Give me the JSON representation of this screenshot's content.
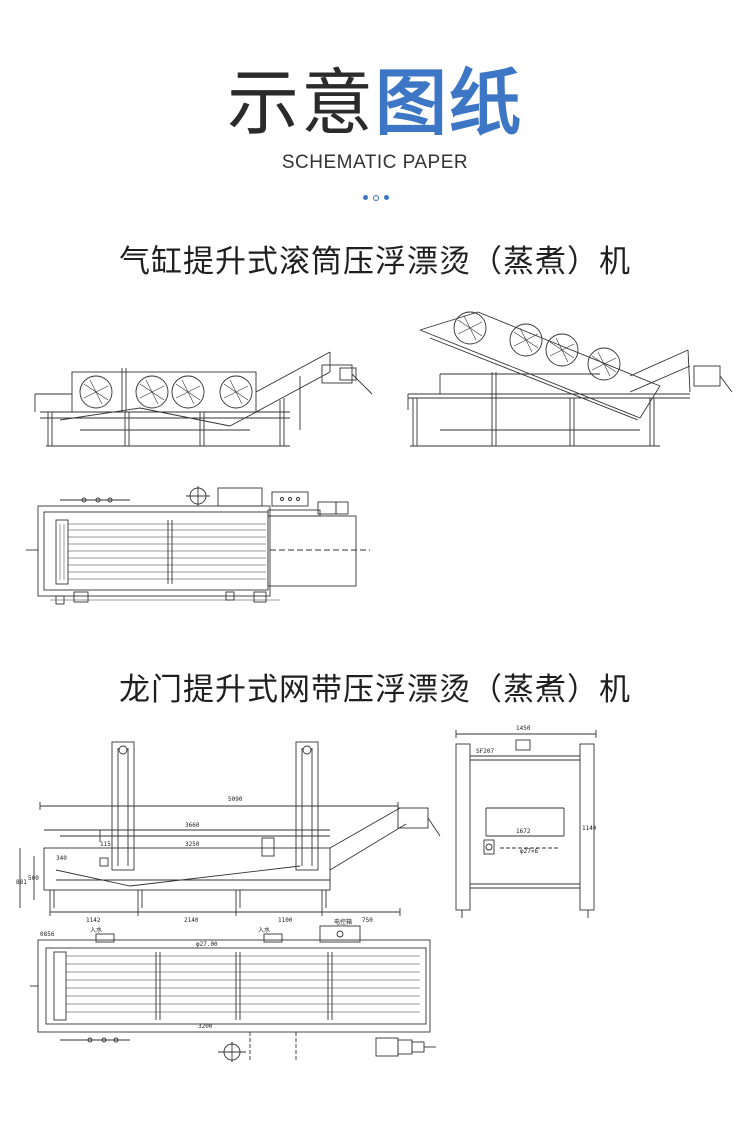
{
  "header": {
    "title_dark": "示意",
    "title_blue": "图纸",
    "subtitle": "SCHEMATIC PAPER",
    "accent_color": "#3c76c4"
  },
  "section1": {
    "heading": "气缸提升式滚筒压浮漂烫（蒸煮）机"
  },
  "section2": {
    "heading": "龙门提升式网带压浮漂烫（蒸煮）机",
    "dimensions": {
      "overall_length": "5090",
      "length_a": "3660",
      "length_b": "3250",
      "seg_1": "1142",
      "seg_2": "2140",
      "seg_3": "1100",
      "seg_4": "750",
      "height": "881",
      "h_inner": "500",
      "h_small": "340",
      "h_115": "115",
      "width_top": "1450",
      "side_label": "SF207",
      "width_inner": "1672",
      "width_pipe": "φ27×6",
      "side_height": "1140",
      "plan_length": "3200",
      "plan_tag": "φ27.00",
      "plan_w": "0856",
      "inlet_1": "入水",
      "inlet_2": "入水",
      "motor_label": "电控箱"
    }
  }
}
